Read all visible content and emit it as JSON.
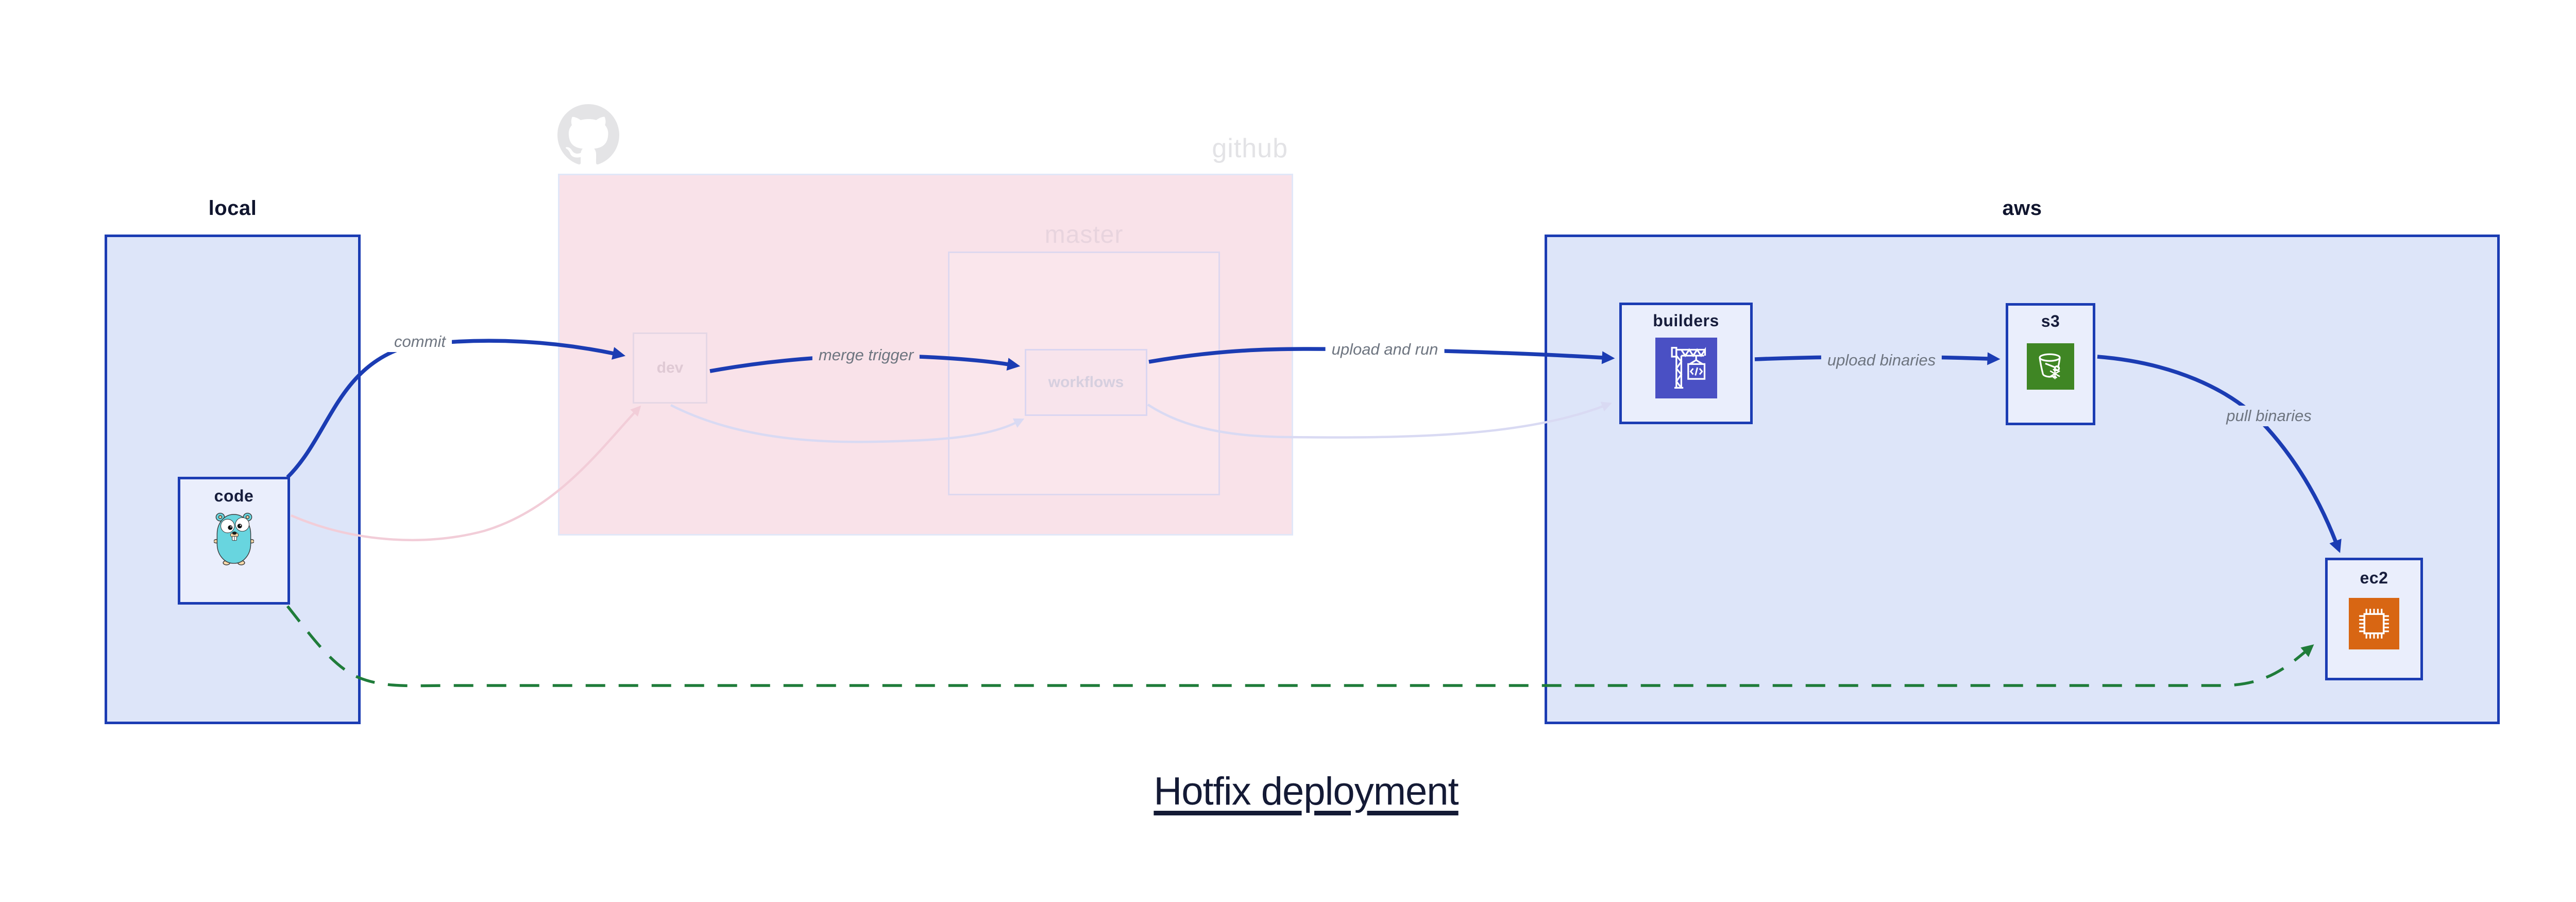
{
  "diagram_title": "Hotfix deployment",
  "groups": {
    "local": {
      "label": "local"
    },
    "github": {
      "label": "github",
      "master": {
        "label": "master"
      }
    },
    "aws": {
      "label": "aws"
    }
  },
  "nodes": {
    "code": {
      "label": "code",
      "icon": "go-gopher-icon"
    },
    "dev": {
      "label": "dev"
    },
    "workflows": {
      "label": "workflows"
    },
    "builders": {
      "label": "builders",
      "icon": "codebuild-crane-icon"
    },
    "s3": {
      "label": "s3",
      "icon": "s3-glacier-bucket-icon"
    },
    "ec2": {
      "label": "ec2",
      "icon": "ec2-chip-icon"
    }
  },
  "edges": {
    "commit": {
      "label": "commit",
      "from": "code",
      "to": "dev",
      "style": "bold-blue"
    },
    "merge_trigger": {
      "label": "merge trigger",
      "from": "dev",
      "to": "workflows",
      "style": "bold-blue"
    },
    "upload_and_run": {
      "label": "upload and run",
      "from": "workflows",
      "to": "builders",
      "style": "bold-blue"
    },
    "upload_binaries": {
      "label": "upload binaries",
      "from": "builders",
      "to": "s3",
      "style": "bold-blue"
    },
    "pull_binaries": {
      "label": "pull binaries",
      "from": "s3",
      "to": "ec2",
      "style": "bold-blue"
    },
    "hotfix_path": {
      "label": "",
      "from": "code",
      "to": "ec2",
      "style": "green-dashed"
    },
    "ghost_commit": {
      "label": "",
      "from": "code",
      "to": "dev",
      "style": "faded-pink"
    },
    "ghost_merge": {
      "label": "",
      "from": "dev",
      "to": "workflows",
      "style": "faded-lavender"
    },
    "ghost_upload": {
      "label": "",
      "from": "workflows",
      "to": "builders",
      "style": "faded-lavender"
    }
  },
  "colors": {
    "accent_blue": "#1b3cb3",
    "container_fill": "#dde5f9",
    "node_fill": "#eaeefc",
    "github_fill": "#f9e2e9",
    "hotfix_green": "#1f7c3a",
    "ghost_pink": "#f2cdd8",
    "ghost_lavender": "#d9daf3",
    "codebuild_indigo": "#4a50c4",
    "s3_green": "#3f8624",
    "ec2_orange": "#d86613",
    "edge_label_gray": "#6e7580"
  }
}
